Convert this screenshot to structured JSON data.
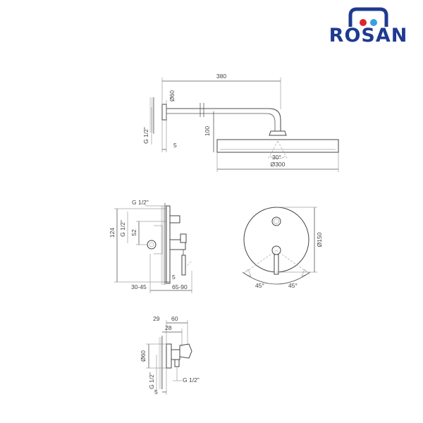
{
  "brand": {
    "name": "ROSAN",
    "colors": {
      "blue": "#1f3a8f",
      "red": "#e0262b",
      "lightblue": "#3aa0e0"
    }
  },
  "drawings": {
    "shower_arm": {
      "arm_length": "380",
      "flange_diameter": "Ø60",
      "thread": "G 1/2\"",
      "wall_offset": "5",
      "drop": "100",
      "angle": "30°",
      "head_diameter": "Ø300"
    },
    "mixer_side": {
      "thread_top": "G 1/2\"",
      "thread_mid": "G 1/2\"",
      "height_124": "124",
      "height_52": "52",
      "offset_5": "5",
      "depth_range": "30-45",
      "handle_range": "65-90"
    },
    "mixer_front": {
      "diameter": "Ø150",
      "angle_left": "45°",
      "angle_right": "45°"
    },
    "outlet": {
      "width_29": "29",
      "width_60": "60",
      "width_28": "28",
      "flange_diameter": "Ø60",
      "thread_left": "G 1/2\"",
      "thread_right": "G 1/2\"",
      "offset_5": "5"
    }
  }
}
